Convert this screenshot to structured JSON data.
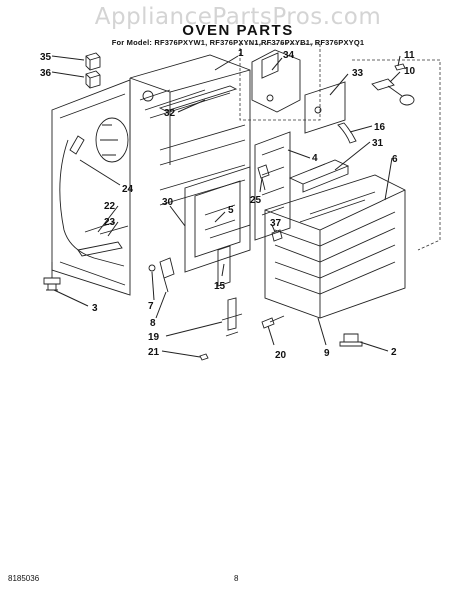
{
  "watermark": "AppliancePartsPros.com",
  "title": "OVEN PARTS",
  "model_line": "For Model: RF376PXYW1, RF376PXYN1,RF376PXYB1, RF376PXYQ1",
  "footer_left": "8185036",
  "footer_center": "8",
  "callouts": [
    "35",
    "36",
    "1",
    "34",
    "11",
    "10",
    "33",
    "32",
    "16",
    "31",
    "4",
    "6",
    "24",
    "22",
    "23",
    "30",
    "5",
    "25",
    "37",
    "15",
    "3",
    "7",
    "8",
    "19",
    "21",
    "20",
    "9",
    "2"
  ]
}
